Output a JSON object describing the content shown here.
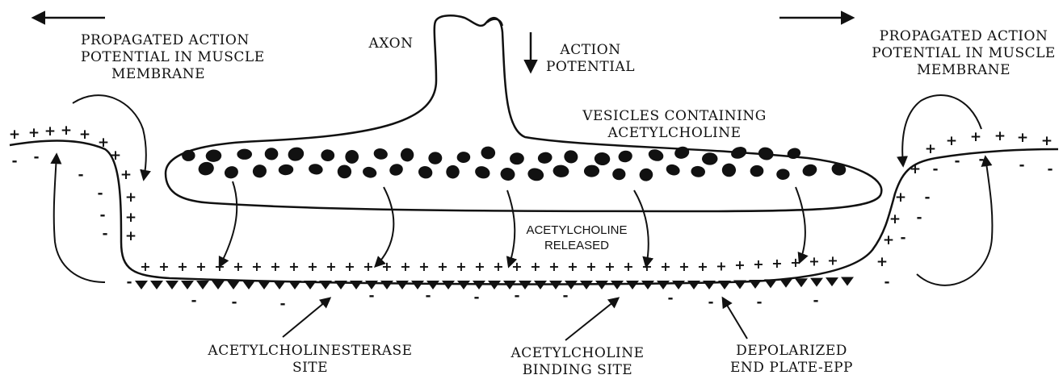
{
  "labels": {
    "axon": "AXON",
    "action_potential_line1": "ACTION",
    "action_potential_line2": "POTENTIAL",
    "propagated_left_line1": "PROPAGATED ACTION",
    "propagated_left_line2": "POTENTIAL IN MUSCLE",
    "propagated_left_line3": "MEMBRANE",
    "propagated_right_line1": "PROPAGATED ACTION",
    "propagated_right_line2": "POTENTIAL IN MUSCLE",
    "propagated_right_line3": "MEMBRANE",
    "vesicles_line1": "VESICLES CONTAINING",
    "vesicles_line2": "ACETYLCHOLINE",
    "ach_released_line1": "ACETYLCHOLINE",
    "ach_released_line2": "RELEASED",
    "esterase_line1": "ACETYLCHOLINESTERASE",
    "esterase_line2": "SITE",
    "binding_line1": "ACETYLCHOLINE",
    "binding_line2": "BINDING SITE",
    "epp_line1": "DEPOLARIZED",
    "epp_line2": "END PLATE-EPP"
  },
  "symbols": {
    "plus": "+",
    "minus": "-"
  },
  "colors": {
    "ink": "#111111",
    "background": "#ffffff"
  }
}
